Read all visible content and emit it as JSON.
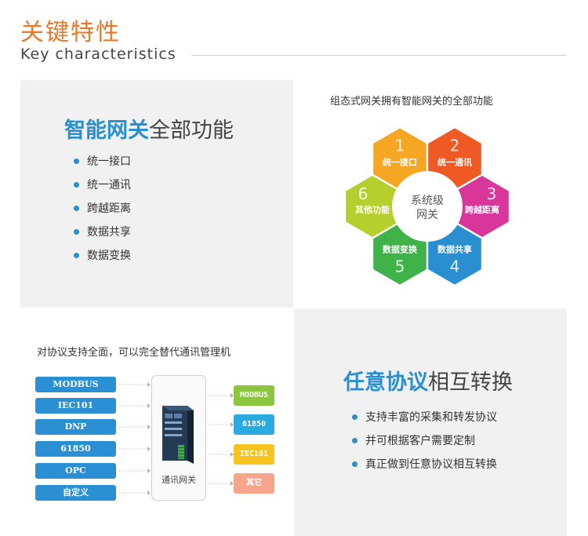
{
  "header": {
    "title_cn": "关键特性",
    "title_en": "Key characteristics"
  },
  "feature_gateway": {
    "heading_highlight": "智能网关",
    "heading_rest": "全部功能",
    "items": [
      "统一接口",
      "统一通讯",
      "跨越距离",
      "数据共享",
      "数据变换"
    ]
  },
  "hex_diagram": {
    "caption": "组态式网关拥有智能网关的全部功能",
    "center_line1": "系统级",
    "center_line2": "网关",
    "cells": [
      {
        "num": "1",
        "label": "统一接口",
        "color": "#f5a623"
      },
      {
        "num": "2",
        "label": "统一通讯",
        "color": "#ef5a24"
      },
      {
        "num": "3",
        "label": "跨越距离",
        "color": "#d9369b"
      },
      {
        "num": "4",
        "label": "数据共享",
        "color": "#2a8fd1"
      },
      {
        "num": "5",
        "label": "数据变换",
        "color": "#3fb34a"
      },
      {
        "num": "6",
        "label": "其他功能",
        "color": "#b5cf2d"
      }
    ]
  },
  "protocol_diagram": {
    "caption": "对协议支持全面，可以完全替代通讯管理机",
    "inputs": [
      "MODBUS",
      "IEC101",
      "DNP",
      "61850",
      "OPC",
      "自定义"
    ],
    "device_label": "通讯网关",
    "outputs": [
      {
        "label": "MODBUS",
        "color": "#8cc63f"
      },
      {
        "label": "61850",
        "color": "#29abe2"
      },
      {
        "label": "IEC101",
        "color": "#f7c41f"
      },
      {
        "label": "其它",
        "color": "#f7a58a"
      }
    ]
  },
  "feature_protocol": {
    "heading_highlight": "任意协议",
    "heading_rest": "相互转换",
    "items": [
      "支持丰富的采集和转发协议",
      "并可根据客户需要定制",
      "真正做到任意协议相互转换"
    ]
  }
}
